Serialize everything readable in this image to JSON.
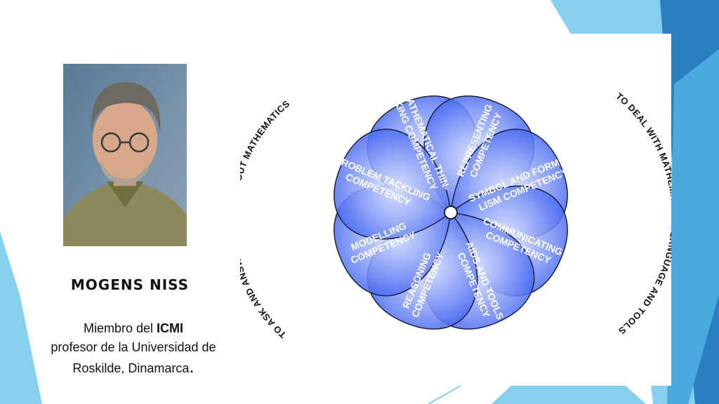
{
  "person": {
    "name": "MOGENS NISS",
    "role_prefix": "Miembro del ",
    "role_org": "ICMI",
    "role_line2": "profesor de la Universidad de",
    "role_line3": "Roskilde, Dinamarca",
    "role_end": "."
  },
  "diagram": {
    "left_arc": "TO ASK AND ANSWER IN, WITH, ABOUT MATHEMATICS",
    "right_arc": "TO DEAL WITH MATHEMATICAL LANGUAGE AND TOOLS",
    "petals": [
      {
        "l1": "MATHEMATICAL THIN-",
        "l2": "KING COMPETENCY"
      },
      {
        "l1": "REPRESENTING",
        "l2": "COMPETENCY"
      },
      {
        "l1": "SYMBOL AND FORMA-",
        "l2": "LISM COMPETENCY"
      },
      {
        "l1": "COMMUNICATING",
        "l2": "COMPETENCY"
      },
      {
        "l1": "AIDS AND TOOLS",
        "l2": "COMPETENCY"
      },
      {
        "l1": "REASONING",
        "l2": "COMPETENCY"
      },
      {
        "l1": "MODELLING",
        "l2": "COMPETENCY"
      },
      {
        "l1": "PROBLEM TACKLING",
        "l2": "COMPETENCY"
      }
    ]
  },
  "colors": {
    "petal_fill": "#3a5ef0",
    "petal_center": "#e8ecff",
    "petal_stroke": "#1a1f3a",
    "deco_light": "#86cfee",
    "deco_mid": "#4aa9dd",
    "deco_dark": "#2a7fc0"
  }
}
